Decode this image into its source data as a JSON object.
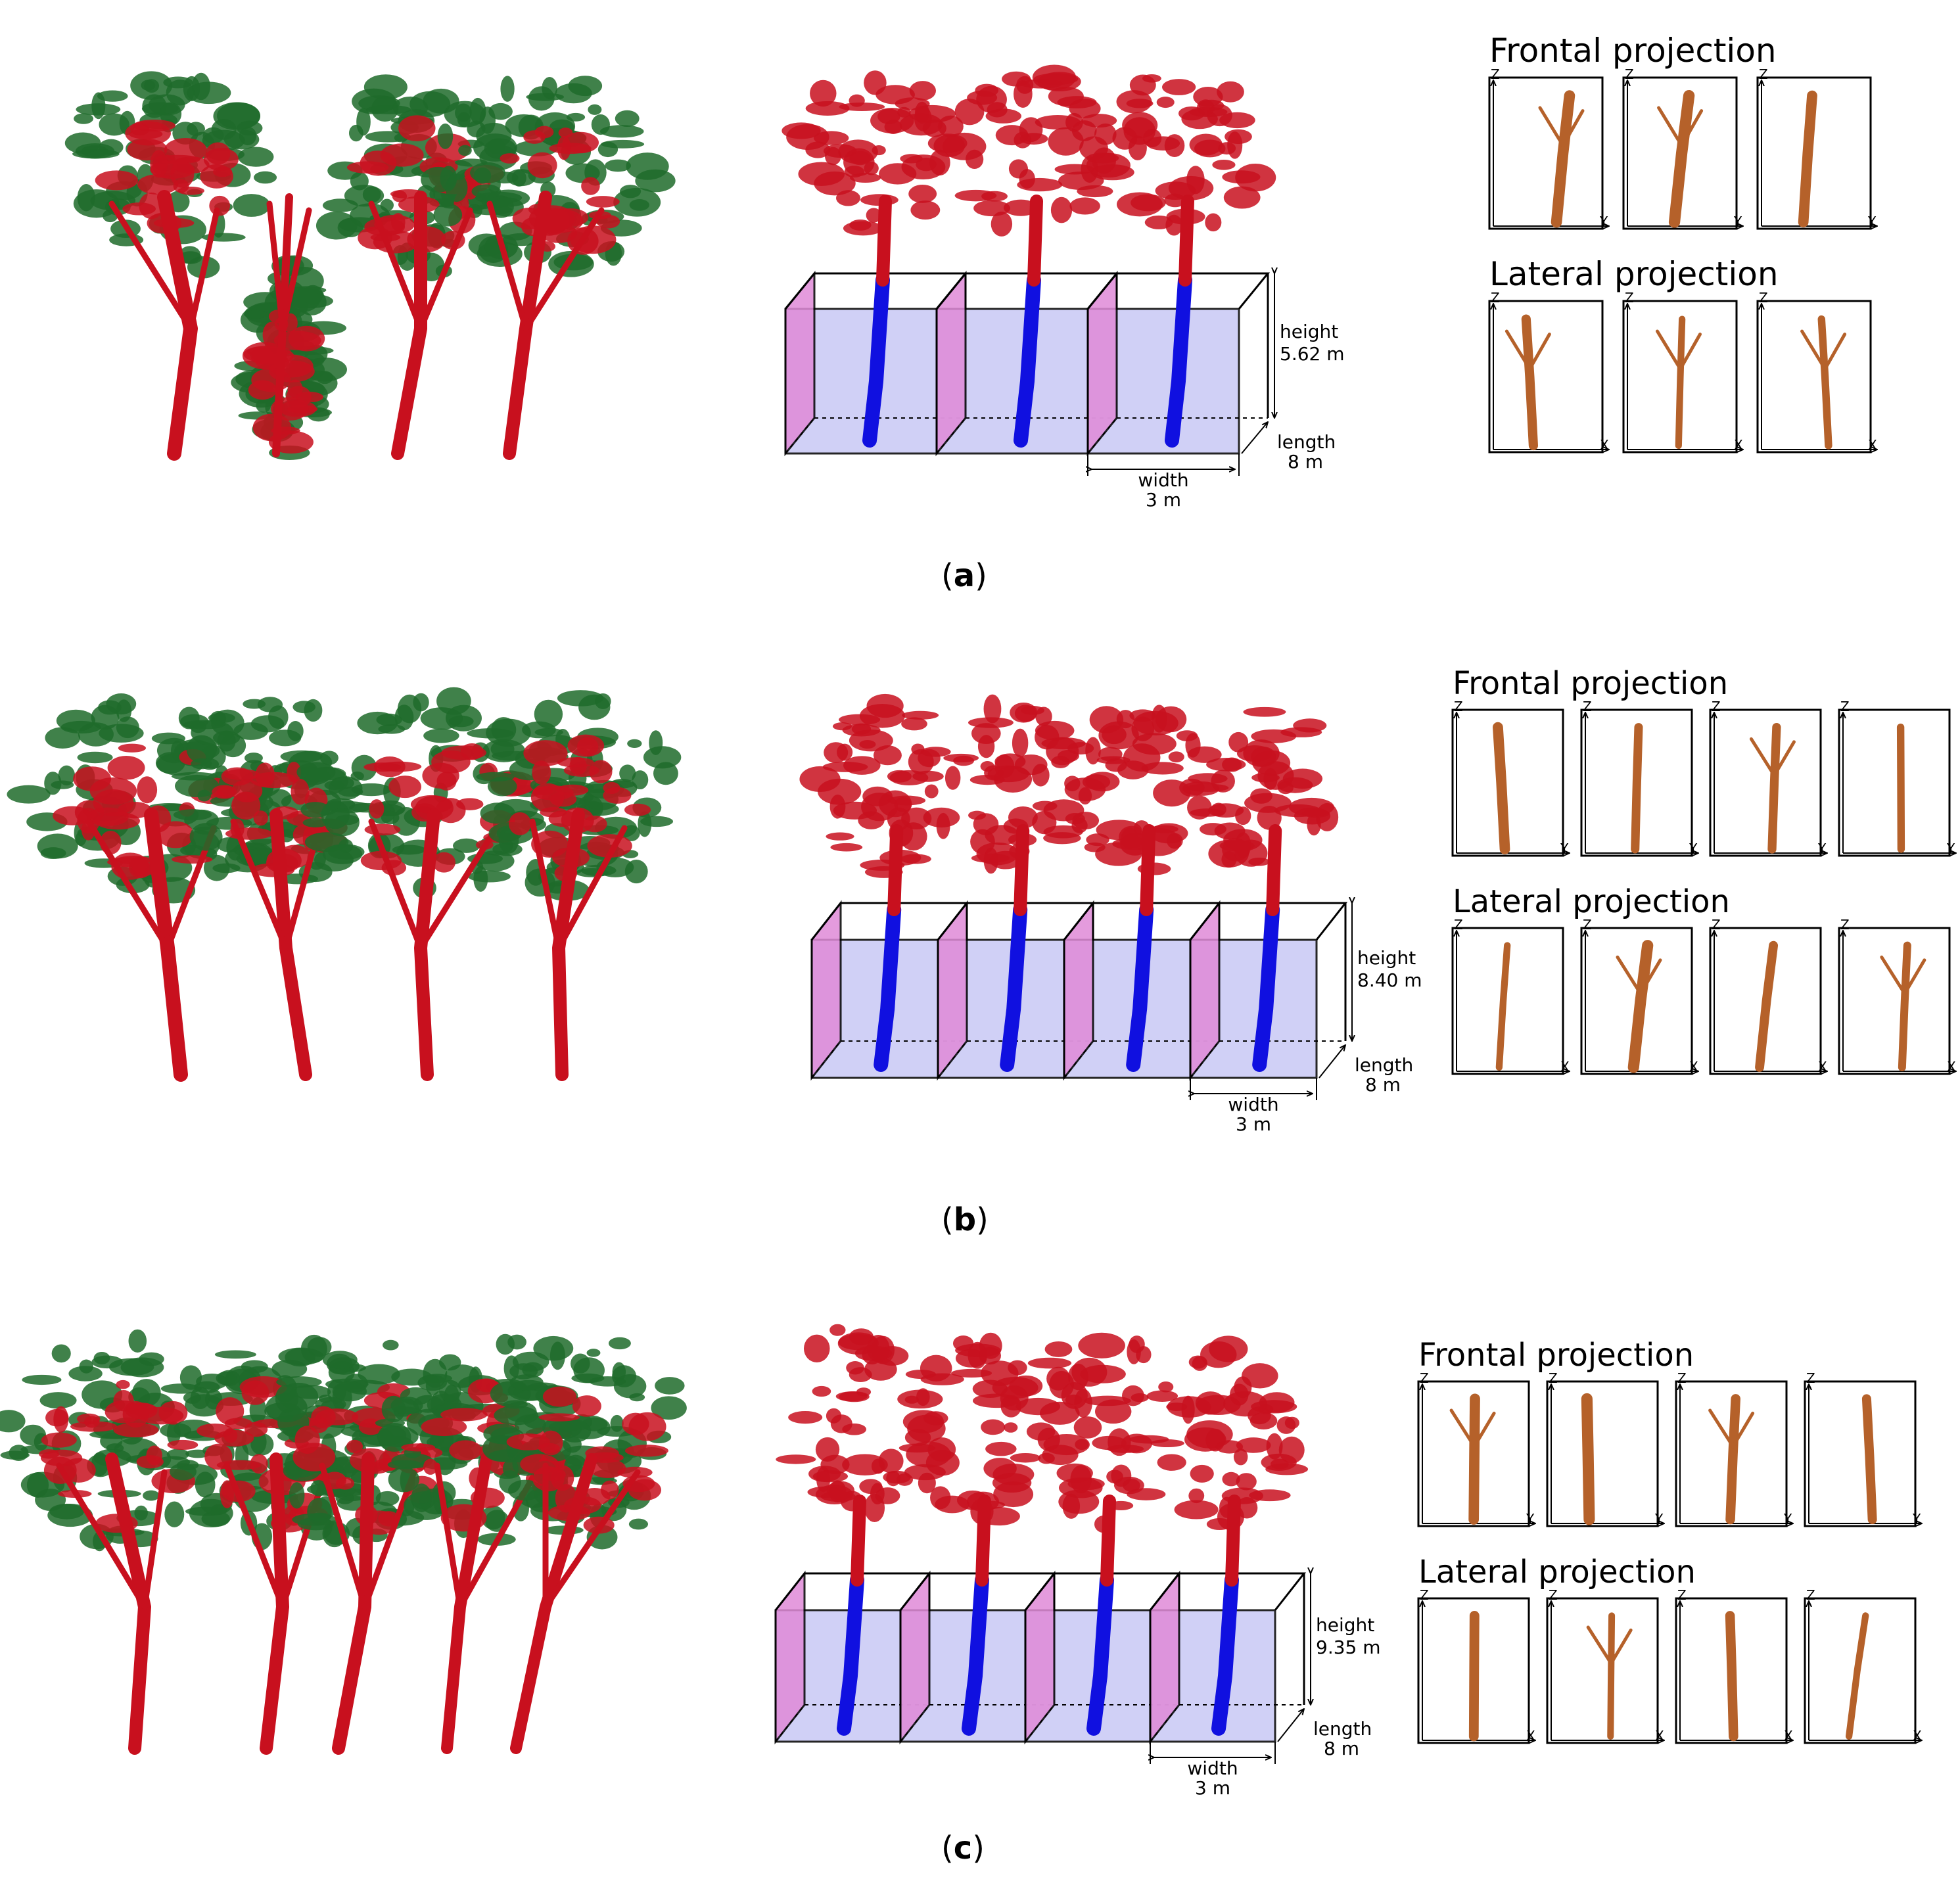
{
  "panels": [
    {
      "id": "a",
      "caption_label": "a",
      "box_height": "5.62 m",
      "box_length": "8 m",
      "box_width": "3 m",
      "trees": 4,
      "frontal_cells": 3,
      "lateral_cells": 3
    },
    {
      "id": "b",
      "caption_label": "b",
      "box_height": "8.40 m",
      "box_length": "8 m",
      "box_width": "3 m",
      "trees": 4,
      "frontal_cells": 4,
      "lateral_cells": 4
    },
    {
      "id": "c",
      "caption_label": "c",
      "box_height": "9.35 m",
      "box_length": "8 m",
      "box_width": "3 m",
      "trees": 5,
      "frontal_cells": 4,
      "lateral_cells": 4
    }
  ],
  "labels": {
    "frontal_projection": "Frontal projection",
    "lateral_projection": "Lateral projection",
    "height": "height",
    "length": "length",
    "width": "width",
    "axis_z": "Z",
    "axis_y": "Y",
    "axis_x": "X",
    "paren_open": "(",
    "paren_close": ")"
  },
  "colors": {
    "canopy_green": "#1e6b2a",
    "wood_red": "#c8101e",
    "stem_blue": "#1010e0",
    "box_fill": "#c8c8f5",
    "box_face_pink": "#e08ad8",
    "projection_brown": "#b5612a"
  }
}
